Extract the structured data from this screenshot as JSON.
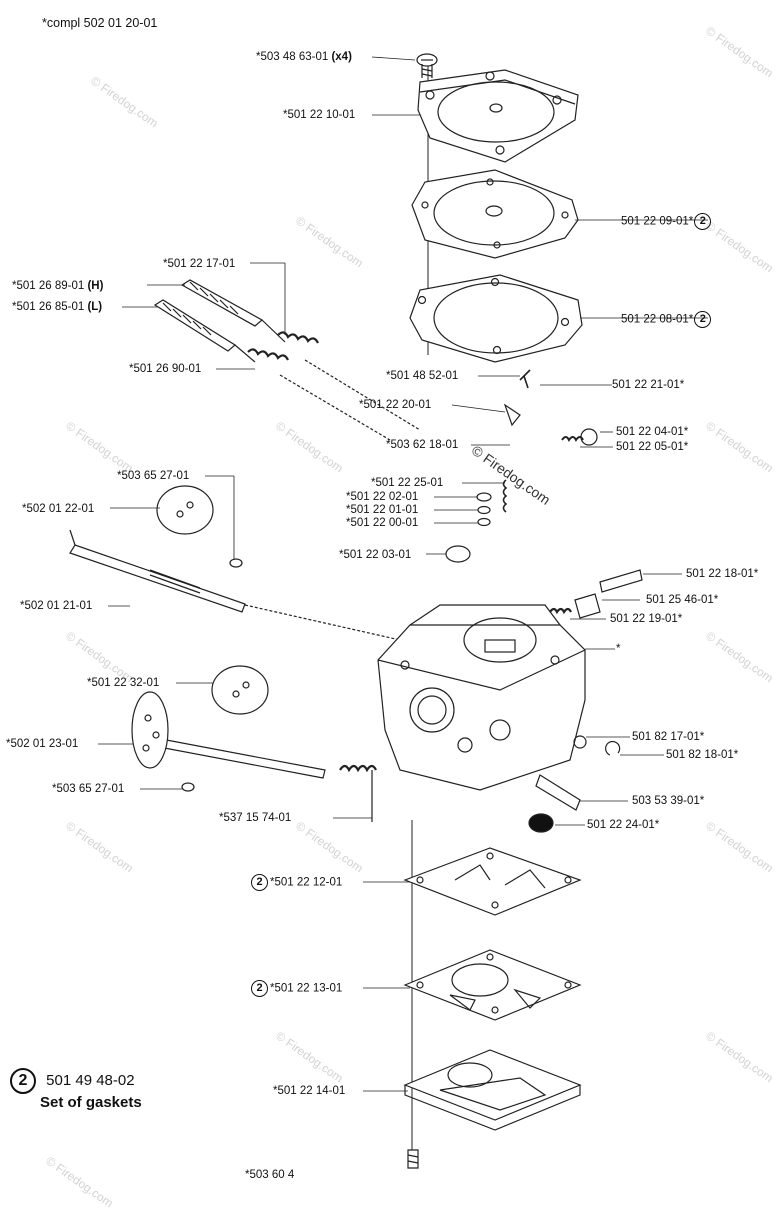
{
  "header_label": "*compl 502 01 20-01",
  "legend": {
    "marker": "2",
    "part": "501 49 48-02",
    "title": "Set of gaskets"
  },
  "watermarks": {
    "text": "© Firedog.com",
    "center_text": "© Firedog.com"
  },
  "labels": [
    {
      "id": "l1",
      "pre": "*503 48 63-01 ",
      "bold": "(x4)"
    },
    {
      "id": "l2",
      "pre": "*501 22 10-01"
    },
    {
      "id": "l3",
      "pre": "501 22 09-01*",
      "circle": "2"
    },
    {
      "id": "l4",
      "pre": "*501 22 17-01"
    },
    {
      "id": "l5",
      "pre": "*501 26 89-01 ",
      "bold": "(H)"
    },
    {
      "id": "l6",
      "pre": "*501 26 85-01 ",
      "bold": "(L)"
    },
    {
      "id": "l7",
      "pre": "501 22 08-01*",
      "circle": "2"
    },
    {
      "id": "l8",
      "pre": "*501 26 90-01"
    },
    {
      "id": "l9",
      "pre": "*501 48 52-01"
    },
    {
      "id": "l10",
      "pre": "501 22 21-01*"
    },
    {
      "id": "l11",
      "pre": "*501 22 20-01"
    },
    {
      "id": "l12",
      "pre": "501 22 04-01*"
    },
    {
      "id": "l13",
      "pre": "*503 62 18-01"
    },
    {
      "id": "l14",
      "pre": "501 22 05-01*"
    },
    {
      "id": "l15",
      "pre": "*503 65 27-01"
    },
    {
      "id": "l16",
      "pre": "*501 22 25-01"
    },
    {
      "id": "l17",
      "pre": "*502 01 22-01"
    },
    {
      "id": "l18",
      "pre": "*501 22 02-01"
    },
    {
      "id": "l19",
      "pre": "*501 22 01-01"
    },
    {
      "id": "l20",
      "pre": "*501 22 00-01"
    },
    {
      "id": "l21",
      "pre": "*501 22 03-01"
    },
    {
      "id": "l22",
      "pre": "501 22 18-01*"
    },
    {
      "id": "l23",
      "pre": "*502 01 21-01"
    },
    {
      "id": "l24",
      "pre": "501 25 46-01*"
    },
    {
      "id": "l25",
      "pre": "501 22 19-01*"
    },
    {
      "id": "l26",
      "pre": "*"
    },
    {
      "id": "l27",
      "pre": "*501 22 32-01"
    },
    {
      "id": "l28",
      "pre": "*502 01 23-01"
    },
    {
      "id": "l29",
      "pre": "501 82 17-01*"
    },
    {
      "id": "l30",
      "pre": "501 82 18-01*"
    },
    {
      "id": "l31",
      "pre": "*503 65 27-01"
    },
    {
      "id": "l32",
      "pre": "503 53 39-01*"
    },
    {
      "id": "l33",
      "pre": "*537 15 74-01"
    },
    {
      "id": "l34",
      "pre": "501 22 24-01*"
    },
    {
      "id": "l35",
      "pre": "*501 22 12-01",
      "circle_before": "2"
    },
    {
      "id": "l36",
      "pre": "*501 22 13-01",
      "circle_before": "2"
    },
    {
      "id": "l37",
      "pre": "*501 22 14-01"
    },
    {
      "id": "l38",
      "pre": "*503 60 4"
    }
  ]
}
